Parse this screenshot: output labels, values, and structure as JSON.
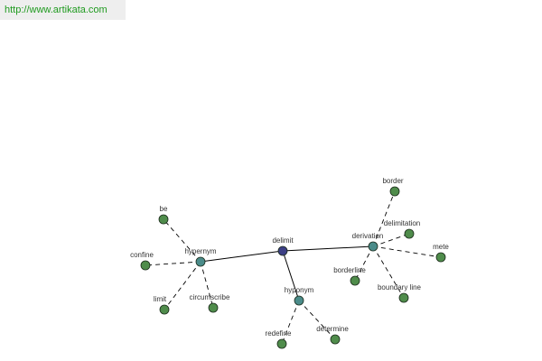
{
  "source_link": {
    "text": "http://www.artikata.com"
  },
  "colors": {
    "root_node": "#3c3f85",
    "relation_node": "#4b8c8a",
    "leaf_node": "#4f8c4b",
    "node_stroke": "#1a2a1a",
    "edge": "#000000",
    "label": "#333333",
    "link": "#1f9a1f",
    "link_bg": "#eeeeee"
  },
  "graph": {
    "root": {
      "id": "delimit",
      "label": "delimit"
    },
    "relations": [
      {
        "id": "hypernym",
        "label": "hypernym",
        "terms": [
          "be",
          "confine",
          "limit",
          "circumscribe"
        ]
      },
      {
        "id": "hyponym",
        "label": "hyponym",
        "terms": [
          "redefine",
          "determine"
        ]
      },
      {
        "id": "derivation",
        "label": "derivation",
        "terms": [
          "border",
          "delimitation",
          "mete",
          "borderline",
          "boundary line"
        ]
      }
    ]
  }
}
